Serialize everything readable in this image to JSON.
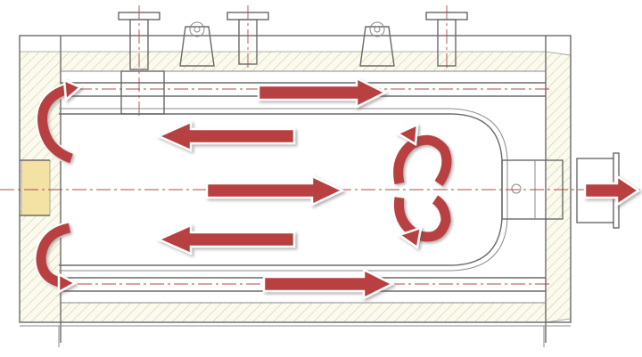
{
  "colors": {
    "flow_arrow": "#b8403f",
    "flow_arrow_dark": "#8e2f2f",
    "outline": "#6a6a6a",
    "center_line": "#b04848",
    "insulation_hatch": "#d9d08a"
  },
  "diagram": {
    "nozzles_top": [
      "flange-nozzle",
      "lifting-lug",
      "flange-nozzle",
      "lifting-lug",
      "flange-nozzle"
    ],
    "flow": {
      "first_pass": "left",
      "second_pass": "right",
      "third_pass": "left",
      "outlet": "right"
    }
  }
}
